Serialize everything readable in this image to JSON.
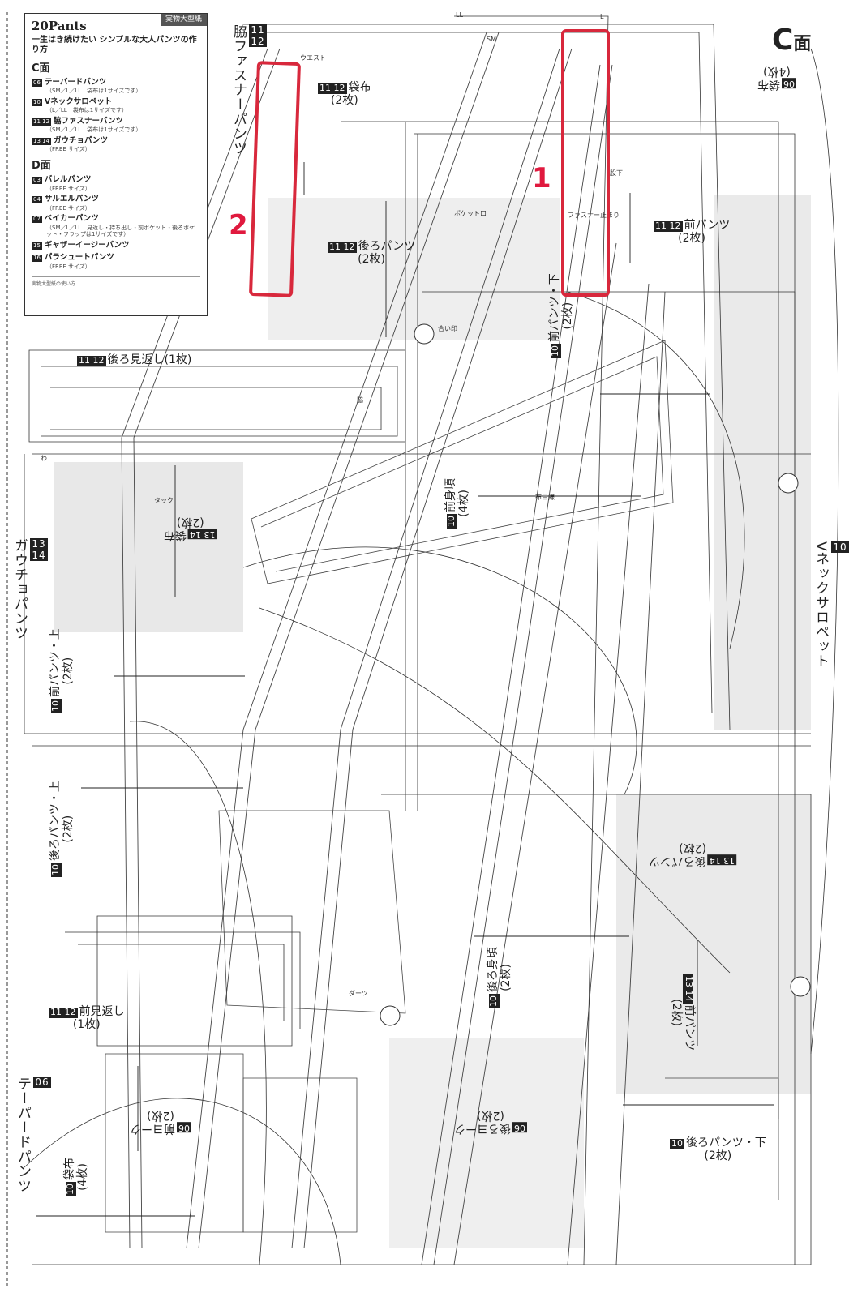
{
  "info_box": {
    "tag": "実物大型紙",
    "brand": "20Pants",
    "subtitle": "一生はき続けたい シンプルな大人パンツの作り方",
    "sections": [
      {
        "face": "C面",
        "items": [
          {
            "num": "06",
            "name": "テーパードパンツ",
            "note": "（SM／L／LL　袋布は1サイズです）"
          },
          {
            "num": "10",
            "name": "Vネックサロペット",
            "note": "（L／LL　袋布は1サイズです）"
          },
          {
            "num": "11 12",
            "name": "脇ファスナーパンツ",
            "note": "（SM／L／LL　袋布は1サイズです）"
          },
          {
            "num": "13 14",
            "name": "ガウチョパンツ",
            "note": "（FREE サイズ）"
          }
        ]
      },
      {
        "face": "D面",
        "items": [
          {
            "num": "03",
            "name": "バレルパンツ",
            "note": "（FREE サイズ）"
          },
          {
            "num": "04",
            "name": "サルエルパンツ",
            "note": "（FREE サイズ）"
          },
          {
            "num": "07",
            "name": "ベイカーパンツ",
            "note": "（SM／L／LL　見返し・持ち出し・前ポケット・後ろポケット・フラップは1サイズです）"
          },
          {
            "num": "15",
            "name": "ギャザーイージーパンツ",
            "note": ""
          },
          {
            "num": "16",
            "name": "パラシュートパンツ",
            "note": "（FREE サイズ）"
          }
        ]
      }
    ],
    "notes_title": "実物大型紙の使い方"
  },
  "face_badge": {
    "letter": "C",
    "suffix": "面"
  },
  "side_labels": [
    {
      "num": "11 12",
      "text": "脇ファスナーパンツ"
    },
    {
      "num": "13 14",
      "text": "ガウチョパンツ"
    },
    {
      "num": "10",
      "text": "Vネックサロペット"
    },
    {
      "num": "06",
      "text": "テーパードパンツ"
    }
  ],
  "pieces": [
    {
      "num": "11 12",
      "title": "袋布",
      "count": "(2枚)"
    },
    {
      "num": "11 12",
      "title": "後ろパンツ",
      "count": "(2枚)"
    },
    {
      "num": "11 12",
      "title": "前パンツ",
      "count": "(2枚)"
    },
    {
      "num": "11 12",
      "title": "後ろ見返し",
      "count": "(1枚)"
    },
    {
      "num": "10",
      "title": "前パンツ・下",
      "count": "(2枚)"
    },
    {
      "num": "13 14",
      "title": "袋布",
      "count": "(2枚)"
    },
    {
      "num": "10",
      "title": "前身頃",
      "count": "(4枚)"
    },
    {
      "num": "10",
      "title": "前パンツ・上",
      "count": "(2枚)"
    },
    {
      "num": "10",
      "title": "後ろパンツ・上",
      "count": "(2枚)"
    },
    {
      "num": "13 14",
      "title": "後ろパンツ",
      "count": "(2枚)"
    },
    {
      "num": "10",
      "title": "後ろ身頃",
      "count": "(2枚)"
    },
    {
      "num": "11 12",
      "title": "前見返し",
      "count": "(1枚)"
    },
    {
      "num": "13 14",
      "title": "前パンツ",
      "count": "(2枚)"
    },
    {
      "num": "06",
      "title": "前ヨーク",
      "count": "(2枚)"
    },
    {
      "num": "06",
      "title": "後ろヨーク",
      "count": "(2枚)"
    },
    {
      "num": "10",
      "title": "後ろパンツ・下",
      "count": "(2枚)"
    },
    {
      "num": "10",
      "title": "袋布",
      "count": "(4枚)"
    },
    {
      "num": "06",
      "title": "袋布",
      "count": "(4枚)"
    }
  ],
  "markers": [
    "1",
    "2"
  ],
  "pattern_labels": [
    "ウエスト",
    "SM",
    "L",
    "LL",
    "わ",
    "布目線",
    "ポケット口",
    "脇",
    "ファスナー止まり",
    "ダーツ",
    "合い印",
    "タック",
    "股下"
  ]
}
